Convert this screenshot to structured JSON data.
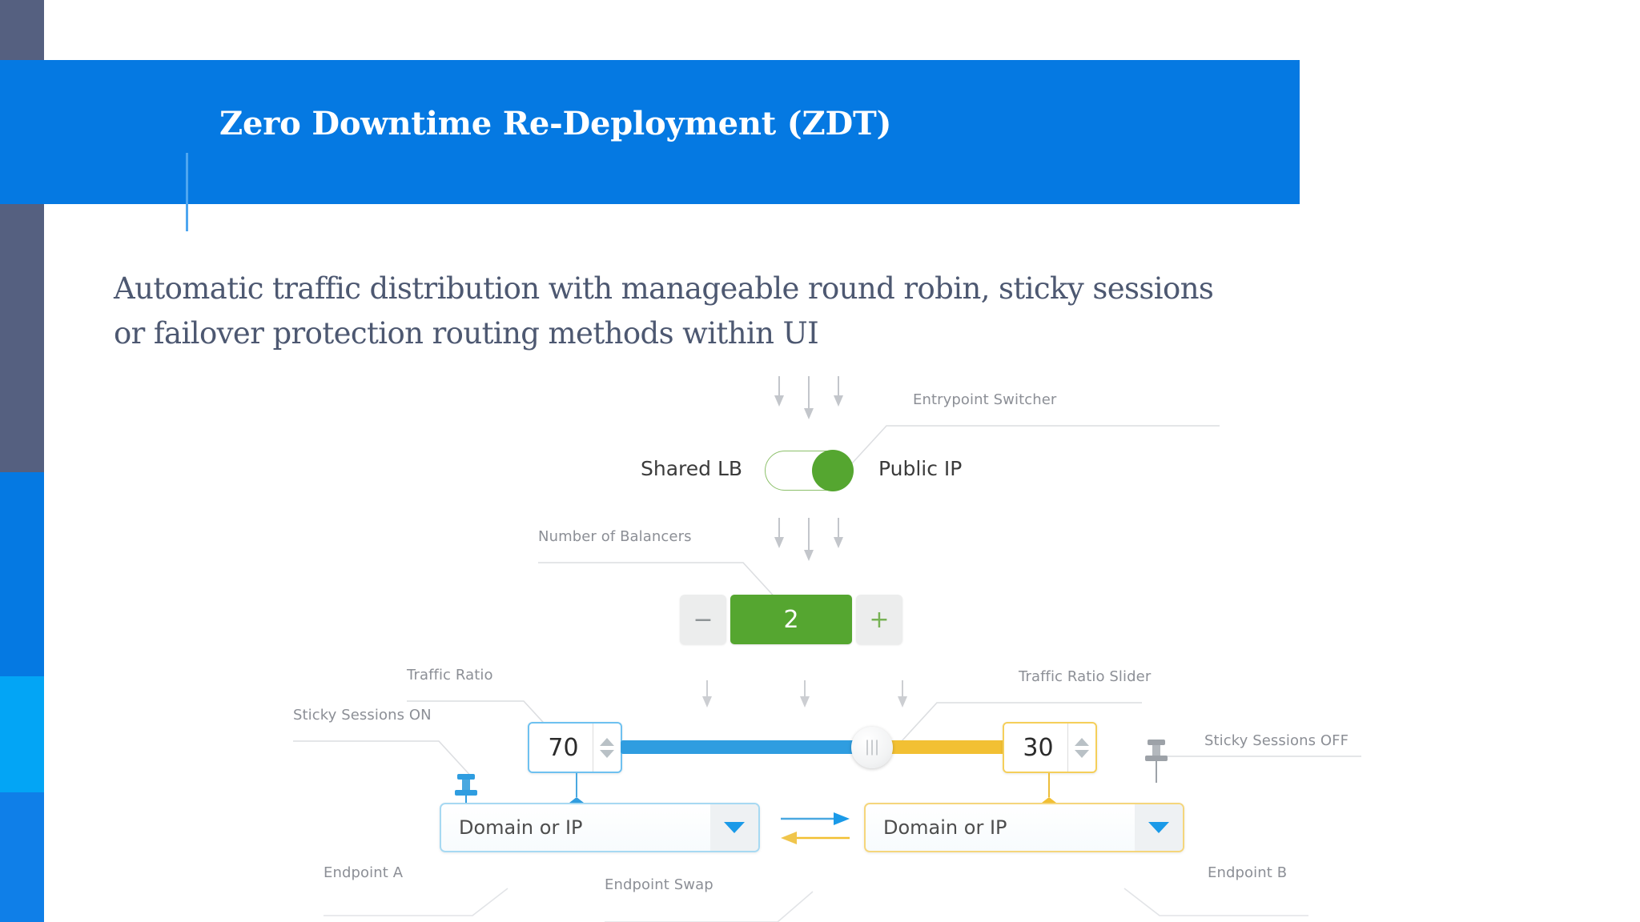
{
  "slide": {
    "header_title": "Zero Downtime Re-Deployment (ZDT)",
    "subtitle_line1": "Automatic traffic distribution with manageable round robin, sticky sessions",
    "subtitle_line2": "or failover protection routing methods within UI"
  },
  "colors": {
    "header_blue": "#0579e2",
    "rail_slate": "#556080",
    "rail_cyan": "#03a5f5",
    "accent_green": "#55a630",
    "accent_blue": "#2f9de0",
    "accent_yellow": "#f2c033",
    "label_gray": "#8c8f96",
    "subtitle_slate": "#4d5871"
  },
  "diagram": {
    "callouts": {
      "entrypoint_switcher": "Entrypoint Switcher",
      "number_of_balancers": "Number of Balancers",
      "traffic_ratio": "Traffic Ratio",
      "traffic_ratio_slider": "Traffic Ratio Slider",
      "sticky_sessions_on": "Sticky Sessions ON",
      "sticky_sessions_off": "Sticky Sessions OFF",
      "endpoint_a": "Endpoint A",
      "endpoint_b": "Endpoint B",
      "endpoint_swap": "Endpoint Swap"
    },
    "entrypoint_toggle": {
      "left_label": "Shared LB",
      "right_label": "Public IP",
      "state": "Public IP"
    },
    "balancers_stepper": {
      "decrement_label": "−",
      "value": "2",
      "increment_label": "+"
    },
    "traffic_ratio": {
      "left_value": "70",
      "right_value": "30"
    },
    "endpoints": {
      "endpoint_a_value": "Domain or IP",
      "endpoint_b_value": "Domain or IP"
    }
  }
}
